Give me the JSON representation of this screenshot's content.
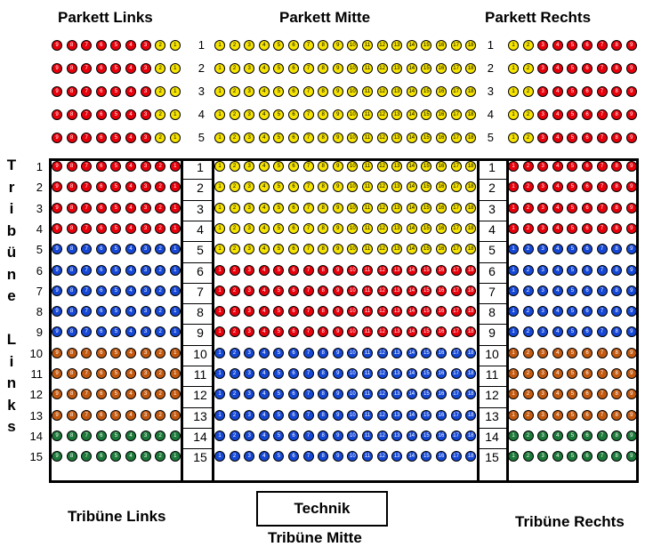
{
  "headers": {
    "parkett_links": "Parkett Links",
    "parkett_mitte": "Parkett Mitte",
    "parkett_rechts": "Parkett Rechts",
    "tribune_links": "Tribüne Links",
    "tribune_mitte": "Tribüne Mitte",
    "tribune_rechts": "Tribüne Rechts",
    "technik": "Technik"
  },
  "vertical_label": [
    "T",
    "r",
    "i",
    "b",
    "ü",
    "n",
    "e",
    "",
    "L",
    "i",
    "n",
    "k",
    "s"
  ],
  "colors": {
    "red": "#e8000b",
    "yellow": "#f7e400",
    "blue": "#1548d6",
    "orange": "#c45a10",
    "green": "#1c7a3a"
  },
  "parkett_rows": [
    {
      "row": "1",
      "left": [
        "red",
        "red",
        "red",
        "red",
        "red",
        "red",
        "red",
        "yellow",
        "yellow"
      ],
      "right": [
        "yellow",
        "yellow",
        "red",
        "red",
        "red",
        "red",
        "red",
        "red",
        "red"
      ]
    },
    {
      "row": "2",
      "left": [
        "red",
        "red",
        "red",
        "red",
        "red",
        "red",
        "red",
        "yellow",
        "yellow"
      ],
      "right": [
        "yellow",
        "yellow",
        "red",
        "red",
        "red",
        "red",
        "red",
        "red",
        "red"
      ]
    },
    {
      "row": "3",
      "left": [
        "red",
        "red",
        "red",
        "red",
        "red",
        "red",
        "red",
        "yellow",
        "yellow"
      ],
      "right": [
        "yellow",
        "yellow",
        "red",
        "red",
        "red",
        "red",
        "red",
        "red",
        "red"
      ]
    },
    {
      "row": "4",
      "left": [
        "red",
        "red",
        "red",
        "red",
        "red",
        "red",
        "red",
        "yellow",
        "yellow"
      ],
      "right": [
        "yellow",
        "yellow",
        "red",
        "red",
        "red",
        "red",
        "red",
        "red",
        "red"
      ]
    },
    {
      "row": "5",
      "left": [
        "red",
        "red",
        "red",
        "red",
        "red",
        "red",
        "red",
        "yellow",
        "yellow"
      ],
      "right": [
        "yellow",
        "yellow",
        "red",
        "red",
        "red",
        "red",
        "red",
        "red",
        "red"
      ]
    }
  ],
  "tribune_rows": [
    {
      "row": "1",
      "left": "red",
      "middle": "yellow",
      "right": "red"
    },
    {
      "row": "2",
      "left": "red",
      "middle": "yellow",
      "right": "red"
    },
    {
      "row": "3",
      "left": "red",
      "middle": "yellow",
      "right": "red"
    },
    {
      "row": "4",
      "left": "red",
      "middle": "yellow",
      "right": "red"
    },
    {
      "row": "5",
      "left": "blue",
      "middle": "yellow",
      "right": "blue"
    },
    {
      "row": "6",
      "left": "blue",
      "middle": "red",
      "right": "blue"
    },
    {
      "row": "7",
      "left": "blue",
      "middle": "red",
      "right": "blue"
    },
    {
      "row": "8",
      "left": "blue",
      "middle": "red",
      "right": "blue"
    },
    {
      "row": "9",
      "left": "blue",
      "middle": "red",
      "right": "blue"
    },
    {
      "row": "10",
      "left": "orange",
      "middle": "blue",
      "right": "orange"
    },
    {
      "row": "11",
      "left": "orange",
      "middle": "blue",
      "right": "orange"
    },
    {
      "row": "12",
      "left": "orange",
      "middle": "blue",
      "right": "orange"
    },
    {
      "row": "13",
      "left": "orange",
      "middle": "blue",
      "right": "orange"
    },
    {
      "row": "14",
      "left": "green",
      "middle": "blue",
      "right": "green"
    },
    {
      "row": "15",
      "left": "green",
      "middle": "blue",
      "right": "green"
    }
  ],
  "seat_numbers": {
    "left": [
      "9",
      "8",
      "7",
      "6",
      "5",
      "4",
      "3",
      "2",
      "1"
    ],
    "middle": [
      "1",
      "2",
      "3",
      "4",
      "5",
      "6",
      "7",
      "8",
      "9",
      "10",
      "11",
      "12",
      "13",
      "14",
      "15",
      "16",
      "17",
      "18"
    ],
    "right": [
      "1",
      "2",
      "3",
      "4",
      "5",
      "6",
      "7",
      "8",
      "9"
    ]
  }
}
